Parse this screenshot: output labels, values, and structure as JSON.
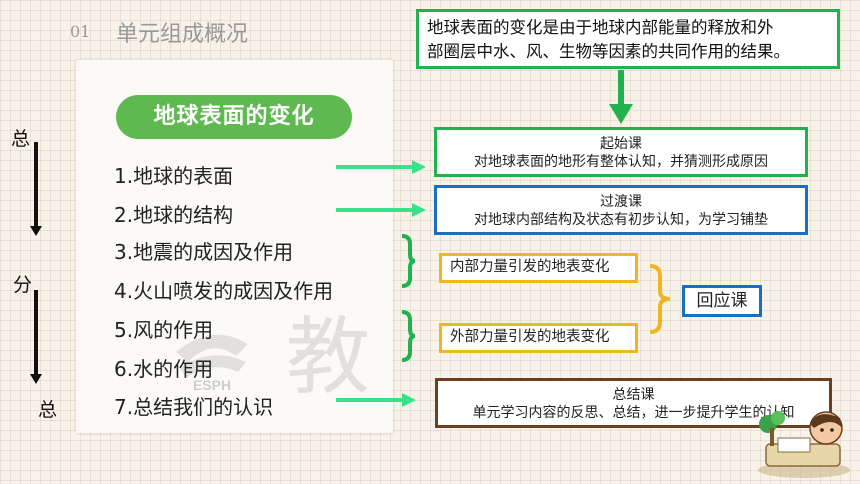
{
  "header": {
    "number": "01",
    "title": "单元组成概况"
  },
  "top_note": {
    "line1": "地球表面的变化是由于地球内部能量的释放和外",
    "line2": "部圈层中水、风、生物等因素的共同作用的结果。"
  },
  "unit_card": {
    "banner": "地球表面的变化",
    "items": [
      "1.地球的表面",
      "2.地球的结构",
      "3.地震的成因及作用",
      "4.火山喷发的成因及作用",
      "5.风的作用",
      "6.水的作用",
      "7.总结我们的认识"
    ],
    "watermark": "教",
    "watermark_logo": "ESPH"
  },
  "side_labels": {
    "top": "总",
    "middle": "分",
    "bottom": "总"
  },
  "lessons": {
    "start": {
      "title": "起始课",
      "desc": "对地球表面的地形有整体认知，并猜测形成原因"
    },
    "transition": {
      "title": "过渡课",
      "desc": "对地球内部结构及状态有初步认知，为学习铺垫"
    },
    "internal": "内部力量引发的地表变化",
    "external": "外部力量引发的地表变化",
    "response": "回应课",
    "summary": {
      "title": "总结课",
      "desc": "单元学习内容的反思、总结，进一步提升学生的认知"
    }
  },
  "colors": {
    "green": "#22b14c",
    "blue": "#1a6fc4",
    "yellow": "#f0b622",
    "brown": "#6b3f1f",
    "arrow": "#36e28a"
  }
}
